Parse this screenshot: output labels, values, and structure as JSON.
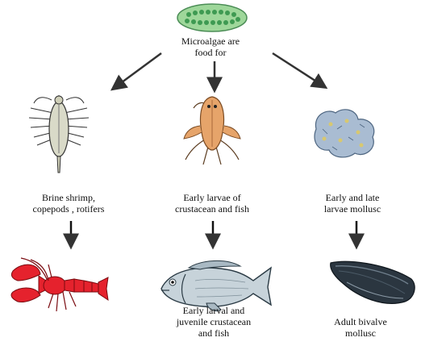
{
  "root": {
    "label_lines": [
      "Microalgae are",
      "food for"
    ],
    "icon": "microalgae-cell-icon",
    "fill_color": "#9ed79a",
    "cell_color": "#3e9a52"
  },
  "arrow_color": "#333333",
  "consumers": [
    {
      "icon": "brine-shrimp-icon",
      "label_lines": [
        "Brine shrimp,",
        "copepods , rotifers"
      ]
    },
    {
      "icon": "crustacean-larva-icon",
      "label_lines": [
        "Early larvae of",
        "crustacean and fish"
      ]
    },
    {
      "icon": "mollusc-larvae-icon",
      "label_lines": [
        "Early and late",
        "larvae mollusc"
      ]
    }
  ],
  "outcomes": [
    {
      "icon": "lobster-icon",
      "color": "#e5222d",
      "label_lines": []
    },
    {
      "icon": "fish-icon",
      "color": "#b9c7cf",
      "label_lines": [
        "Early larval and",
        "juvenile crustacean",
        "and fish"
      ]
    },
    {
      "icon": "mussel-icon",
      "color": "#2b3640",
      "label_lines": [
        "Adult bivalve",
        "mollusc"
      ]
    }
  ]
}
